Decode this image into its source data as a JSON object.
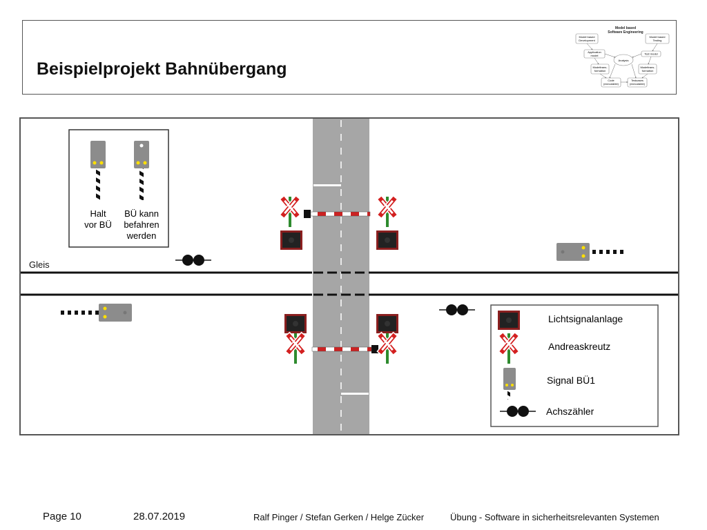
{
  "slide": {
    "title": "Beispielprojekt Bahnübergang",
    "page": "Page 10",
    "date": "28.07.2019",
    "authors": "Ralf Pinger / Stefan Gerken / Helge Zücker",
    "course": "Übung - Software in sicherheitsrelevanten Systemen"
  },
  "mbse": {
    "title_line1": "Model based",
    "title_line2": "Software Engineering",
    "dev_line1": "Model based",
    "dev_line2": "Development",
    "test_line1": "Model based",
    "test_line2": "Testing",
    "app_line1": "Application",
    "app_line2": "model",
    "testmodel": "Test model",
    "analysis": "Analysis",
    "mt_left_line1": "Modeltrans-",
    "mt_left_line2": "formation",
    "mt_right_line1": "Modeltrans-",
    "mt_right_line2": "formation",
    "code_line1": "Code",
    "code_line2": "(executable)",
    "tc_line1": "Testcases",
    "tc_line2": "(executable)"
  },
  "diagram": {
    "track_label": "Gleis",
    "signal_legend": {
      "halt_line1": "Halt",
      "halt_line2": "vor BÜ",
      "go_line1": "BÜ kann",
      "go_line2": "befahren",
      "go_line3": "werden"
    },
    "legend": {
      "lsa": "Lichtsignalanlage",
      "andreaskreuz": "Andreaskreutz",
      "signal": "Signal BÜ1",
      "achszaehler": "Achszähler"
    }
  },
  "colors": {
    "road": "#a6a6a6",
    "signal_body": "#8c8c8c",
    "lamp_yellow": "#ffe000",
    "cross_red": "#d32020",
    "cross_green": "#2e8b2e",
    "barrier_red": "#cc2222"
  }
}
